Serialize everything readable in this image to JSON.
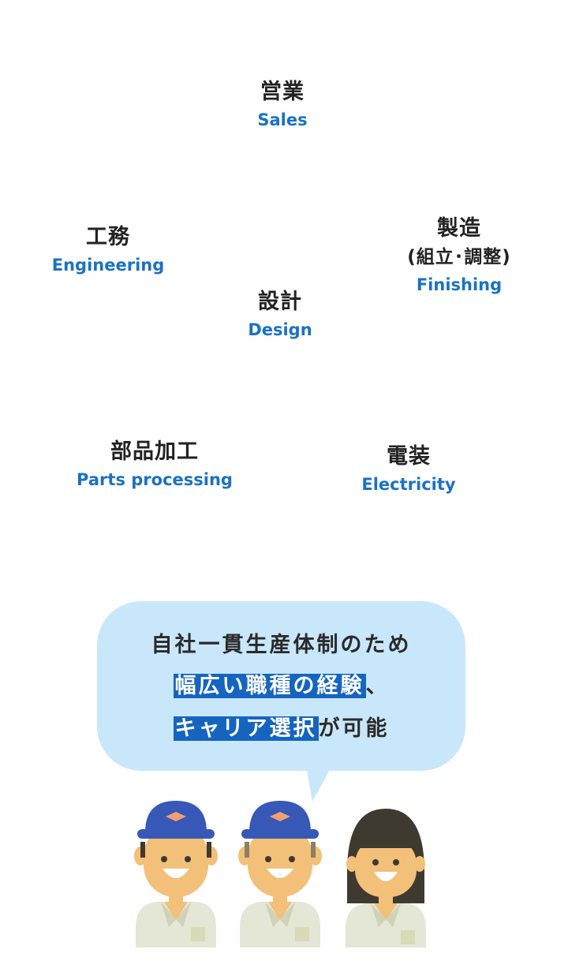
{
  "departments": {
    "sales": {
      "jp": "営業",
      "en": "Sales"
    },
    "engineering": {
      "jp": "工務",
      "en": "Engineering"
    },
    "finishing": {
      "jp": "製造",
      "jp2": "(組立･調整)",
      "en": "Finishing"
    },
    "design": {
      "jp": "設計",
      "en": "Design"
    },
    "parts": {
      "jp": "部品加工",
      "en": "Parts processing"
    },
    "electricity": {
      "jp": "電装",
      "en": "Electricity"
    }
  },
  "bubble": {
    "line1": "自社一貫生産体制のため",
    "line2_highlight": "幅広い職種の経験",
    "line2_tail": "、",
    "line3_highlight": "キャリア選択",
    "line3_tail": "が可能"
  },
  "colors": {
    "accent_blue": "#1a72c2",
    "highlight_blue": "#1565c0",
    "bubble_bg": "#c9e7fb",
    "cap_blue": "#3858b8",
    "cap_badge": "#f0a070",
    "skin": "#f2c078",
    "uniform": "#e4e6d6",
    "hair_dark": "#3f3a2f"
  },
  "illustration": {
    "figures": [
      "worker-with-cap-icon",
      "worker-with-cap-icon",
      "woman-worker-icon"
    ]
  }
}
